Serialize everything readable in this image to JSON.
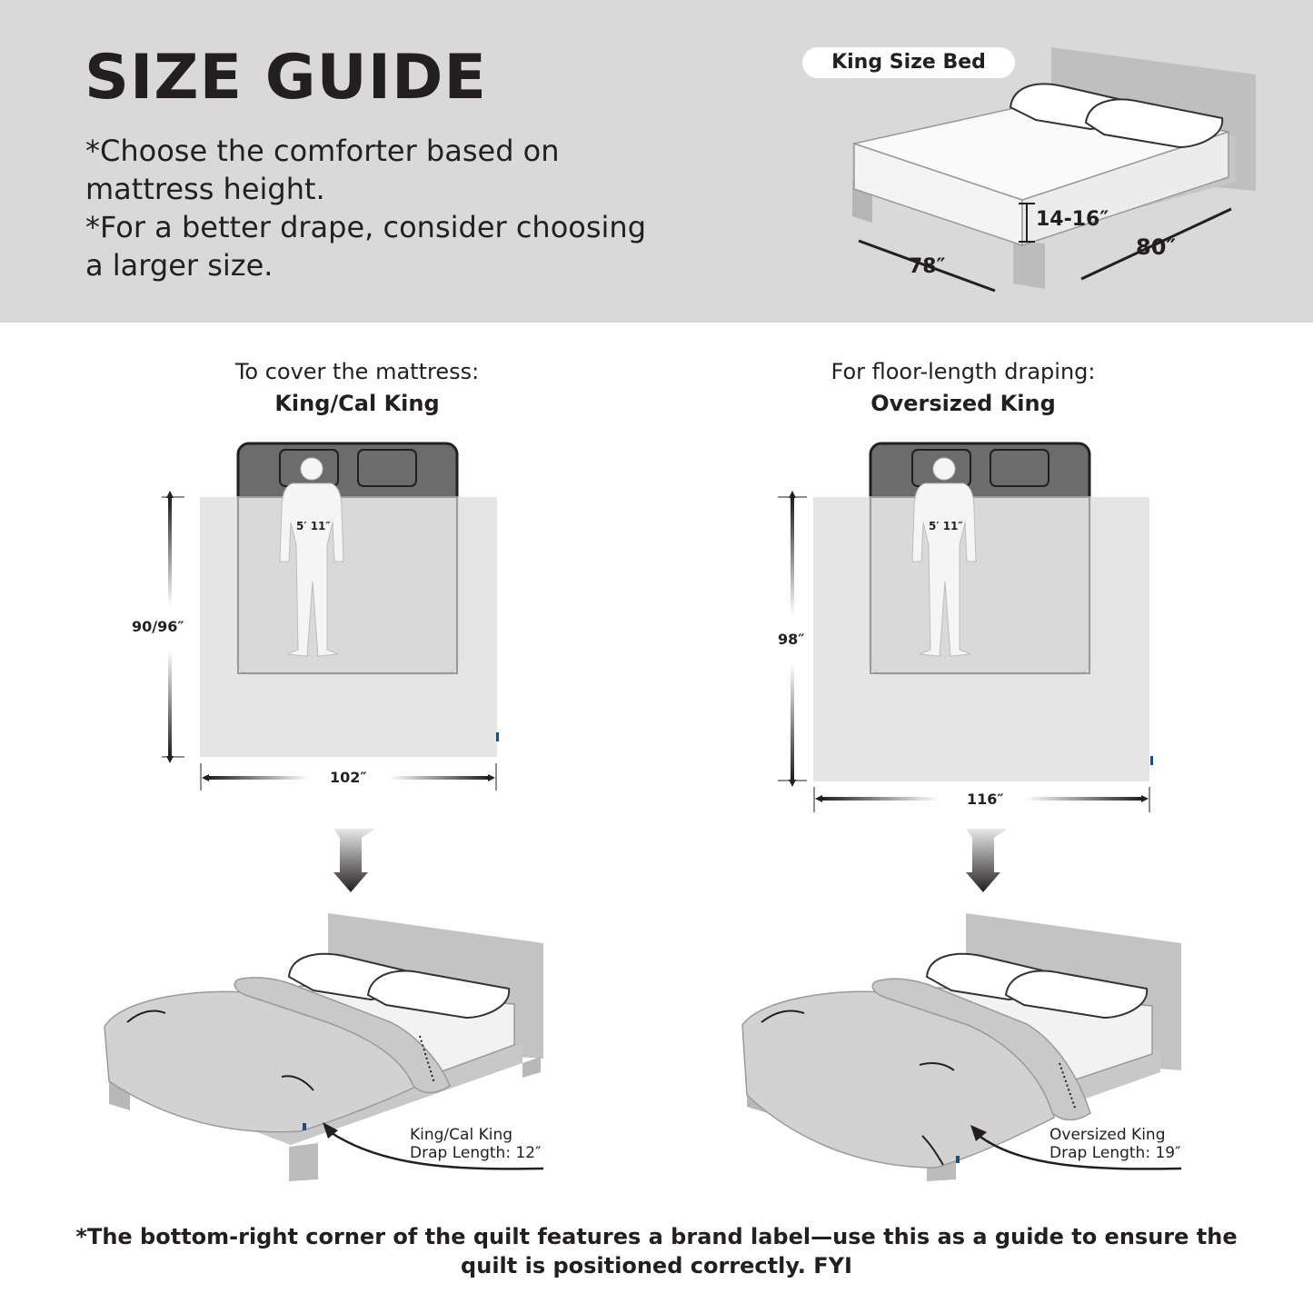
{
  "header": {
    "title": "SIZE GUIDE",
    "note_lines": [
      "*Choose the comforter based on",
      "mattress height.",
      "*For a better drape, consider choosing",
      "a larger size."
    ],
    "bed_label": "King Size Bed",
    "dim_height": "14-16″",
    "dim_length": "80″",
    "dim_width": "78″"
  },
  "left": {
    "heading": "To cover the mattress:",
    "size": "King/Cal King",
    "person_height": "5′ 11″",
    "dim_vertical": "90/96″",
    "dim_horizontal": "102″",
    "drape_lines": [
      "King/Cal King",
      "Drap Length: 12″"
    ]
  },
  "right": {
    "heading": "For floor-length draping:",
    "size": "Oversized King",
    "person_height": "5′ 11″",
    "dim_vertical": "98″",
    "dim_horizontal": "116″",
    "drape_lines": [
      "Oversized King",
      "Drap Length: 19″"
    ]
  },
  "footer": {
    "lines": [
      "*The bottom-right corner of the quilt features a brand label—use this as a guide to ensure the",
      "quilt is positioned correctly.  FYI"
    ]
  },
  "colors": {
    "header_bg": "#d9d9d9",
    "quilt": "#e3e3e3",
    "bed_frame": "#bfbfbf",
    "brand_label": "#1f4e79",
    "ink": "#231f20"
  }
}
